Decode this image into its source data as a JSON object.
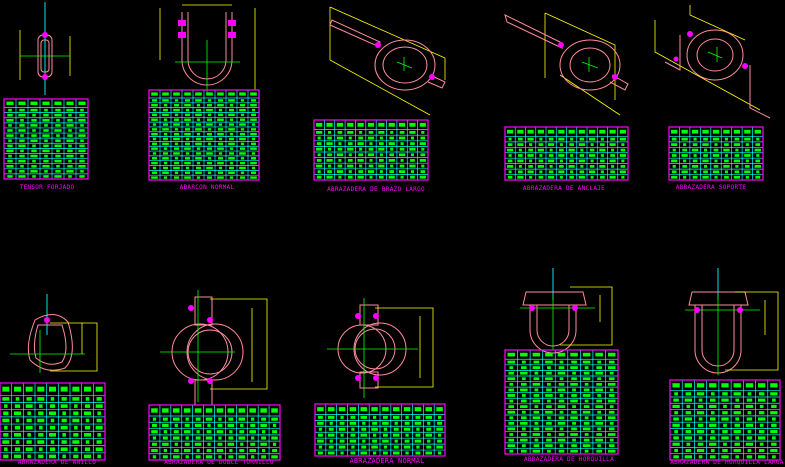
{
  "drawing": {
    "captions": [
      "TENSOR FORJADO",
      "ABARCON NORMAL",
      "ABRAZADERA DE BRAZO LARGO",
      "ABRAZADERA DE ANCLAJE",
      "ABRAZADERA SOPORTE",
      "ABRAZADERA DE ANILLO",
      "ABRAZADERA DE DOBLE TORNILLO",
      "ABRAZADERA NORMAL",
      "ABRAZADERA DE HORQUILLA",
      "ABRAZADERA DE HORQUILLA LARGA"
    ]
  },
  "colors": {
    "background": "#000000",
    "part_outline": "#ff8c9e",
    "dimension": "#ffff00",
    "centerline": "#00ff00",
    "table_border": "#ff00ff",
    "table_grid": "#00ffff",
    "table_text": "#00ff00"
  }
}
